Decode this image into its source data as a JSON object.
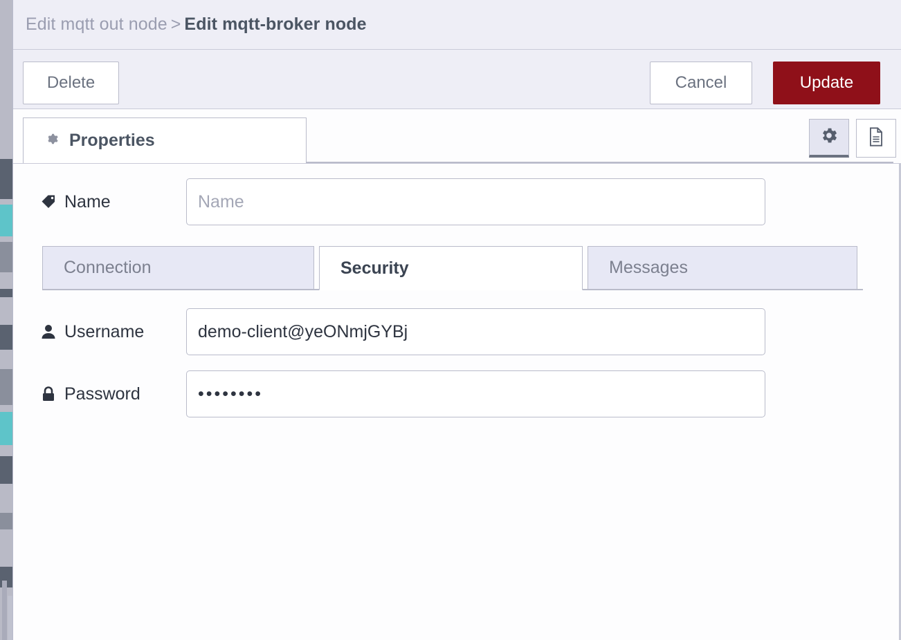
{
  "breadcrumb": {
    "parent": "Edit mqtt out node",
    "separator": ">",
    "current": "Edit mqtt-broker node"
  },
  "toolbar": {
    "delete_label": "Delete",
    "cancel_label": "Cancel",
    "update_label": "Update"
  },
  "tabstrip": {
    "properties_label": "Properties",
    "properties_icon": "gear-icon",
    "settings_icon": "gear-icon",
    "description_icon": "document-icon"
  },
  "form": {
    "name": {
      "label": "Name",
      "icon": "tag-icon",
      "value": "",
      "placeholder": "Name"
    },
    "username": {
      "label": "Username",
      "icon": "user-icon",
      "value": "demo-client@yeONmjGYBj",
      "placeholder": ""
    },
    "password": {
      "label": "Password",
      "icon": "lock-icon",
      "value": "••••••••",
      "placeholder": ""
    }
  },
  "subtabs": [
    {
      "label": "Connection",
      "active": false
    },
    {
      "label": "Security",
      "active": true
    },
    {
      "label": "Messages",
      "active": false
    }
  ],
  "colors": {
    "primary_action": "#8f1019",
    "header_bg": "#eeeef6",
    "tab_inactive_bg": "#e7e8f5",
    "border": "#b9bbca",
    "text_dark": "#2e3440",
    "text_muted": "#9a9db0"
  }
}
